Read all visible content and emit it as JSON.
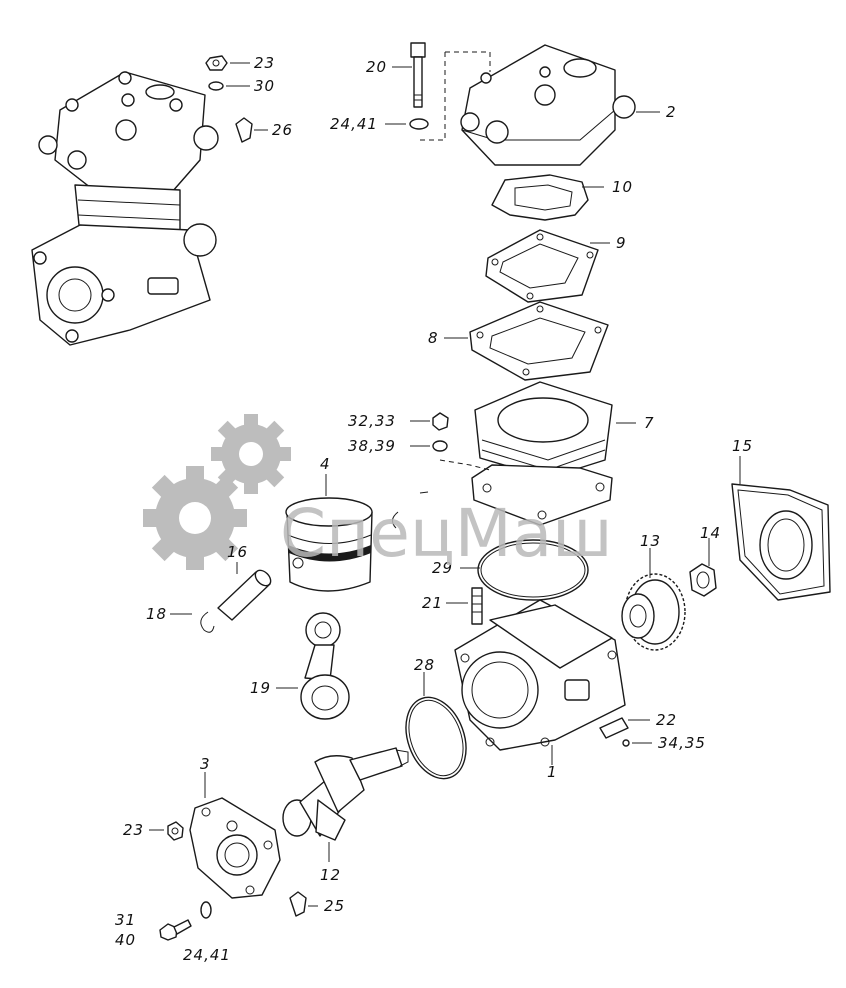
{
  "watermark": {
    "text": "СпецМаш",
    "color": "#b9b9b9"
  },
  "callouts": [
    {
      "id": "c23a",
      "text": "23"
    },
    {
      "id": "c30",
      "text": "30"
    },
    {
      "id": "c26",
      "text": "26"
    },
    {
      "id": "c20",
      "text": "20"
    },
    {
      "id": "c2441a",
      "text": "24,41"
    },
    {
      "id": "c2",
      "text": "2"
    },
    {
      "id": "c10",
      "text": "10"
    },
    {
      "id": "c9",
      "text": "9"
    },
    {
      "id": "c8",
      "text": "8"
    },
    {
      "id": "c3233",
      "text": "32,33"
    },
    {
      "id": "c3839",
      "text": "38,39"
    },
    {
      "id": "c7",
      "text": "7"
    },
    {
      "id": "c4",
      "text": "4"
    },
    {
      "id": "c15",
      "text": "15"
    },
    {
      "id": "c16",
      "text": "16"
    },
    {
      "id": "c13",
      "text": "13"
    },
    {
      "id": "c14",
      "text": "14"
    },
    {
      "id": "c29",
      "text": "29"
    },
    {
      "id": "c18",
      "text": "18"
    },
    {
      "id": "c21",
      "text": "21"
    },
    {
      "id": "c28",
      "text": "28"
    },
    {
      "id": "c19",
      "text": "19"
    },
    {
      "id": "c22",
      "text": "22"
    },
    {
      "id": "c3435",
      "text": "34,35"
    },
    {
      "id": "c1",
      "text": "1"
    },
    {
      "id": "c3",
      "text": "3"
    },
    {
      "id": "c23b",
      "text": "23"
    },
    {
      "id": "c12",
      "text": "12"
    },
    {
      "id": "c25",
      "text": "25"
    },
    {
      "id": "c31",
      "text": "31"
    },
    {
      "id": "c40",
      "text": "40"
    },
    {
      "id": "c2441b",
      "text": "24,41"
    }
  ]
}
